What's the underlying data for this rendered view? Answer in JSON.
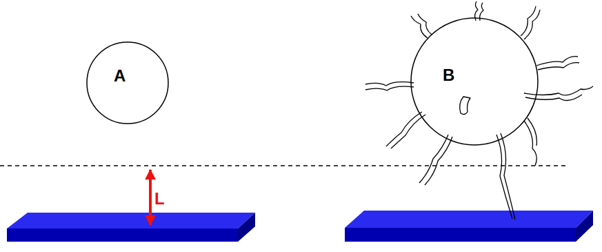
{
  "diagram": {
    "nodes": [
      {
        "text": [
          "A"
        ]
      },
      {
        "text": [
          "B"
        ]
      }
    ],
    "labels": [
      "L"
    ]
  }
}
